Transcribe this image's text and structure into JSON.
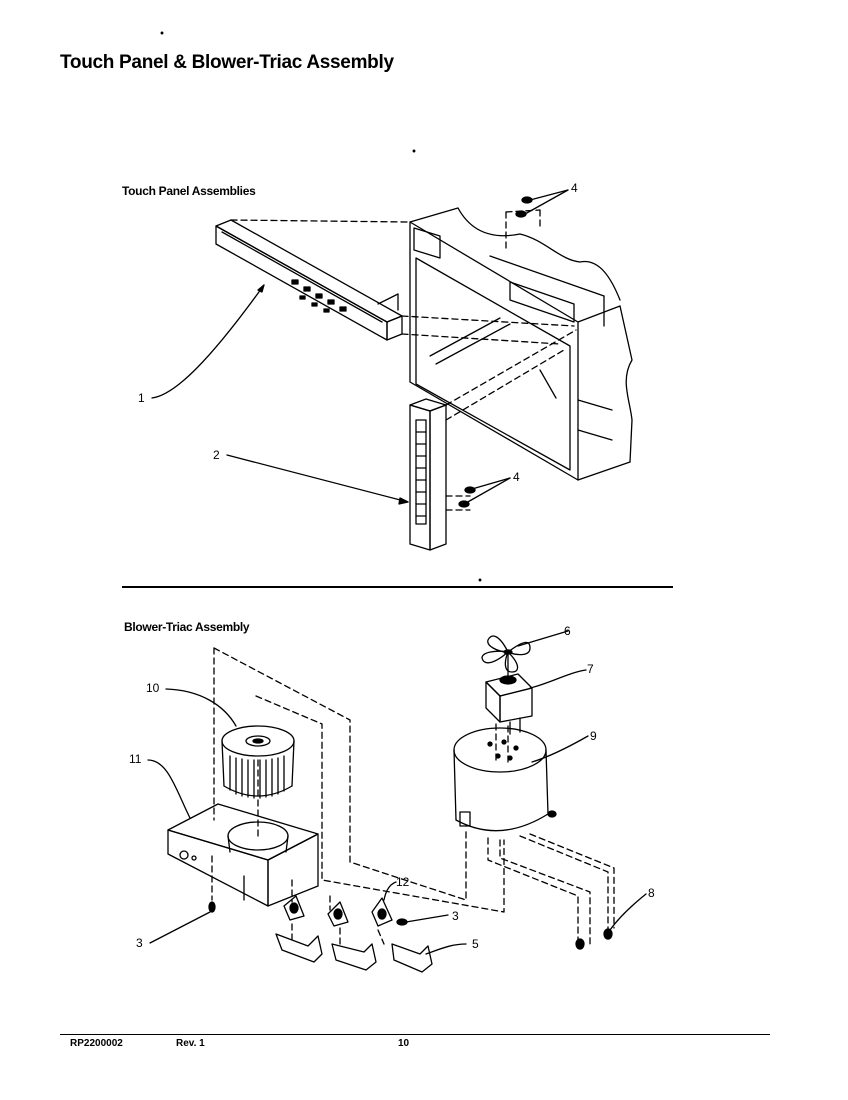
{
  "page": {
    "title": "Touch Panel & Blower-Triac Assembly"
  },
  "sections": {
    "touch_panel": {
      "title": "Touch Panel Assemblies"
    },
    "blower_triac": {
      "title": "Blower-Triac Assembly"
    }
  },
  "callouts": {
    "c1": "1",
    "c2": "2",
    "c4a": "4",
    "c4b": "4",
    "c6": "6",
    "c7": "7",
    "c9": "9",
    "c10": "10",
    "c11": "11",
    "c3a": "3",
    "c3b": "3",
    "c12": "12",
    "c5": "5",
    "c8": "8"
  },
  "footer": {
    "code": "RP2200002",
    "rev": "Rev. 1",
    "page": "10"
  }
}
